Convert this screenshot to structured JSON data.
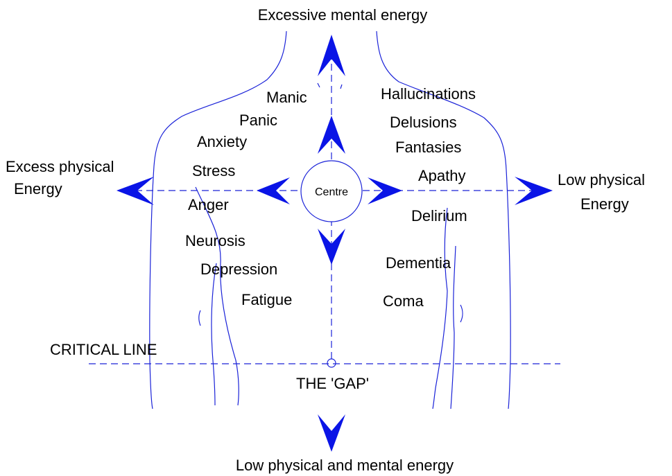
{
  "colors": {
    "arrow": "#0a14e6",
    "line": "#1a22d8",
    "text": "#000000",
    "background": "#ffffff"
  },
  "labels": {
    "top": "Excessive mental energy",
    "bottom": "Low physical and mental energy",
    "left_line1": "Excess physical",
    "left_line2": "Energy",
    "right_line1": "Low physical",
    "right_line2": "Energy",
    "centre": "Centre",
    "critical_line": "CRITICAL LINE",
    "gap": "THE 'GAP'"
  },
  "left_states": [
    "Manic",
    "Panic",
    "Anxiety",
    "Stress",
    "Anger",
    "Neurosis",
    "Depression",
    "Fatigue"
  ],
  "right_states": [
    "Hallucinations",
    "Delusions",
    "Fantasies",
    "Apathy",
    "Delirium",
    "Dementia",
    "Coma"
  ]
}
